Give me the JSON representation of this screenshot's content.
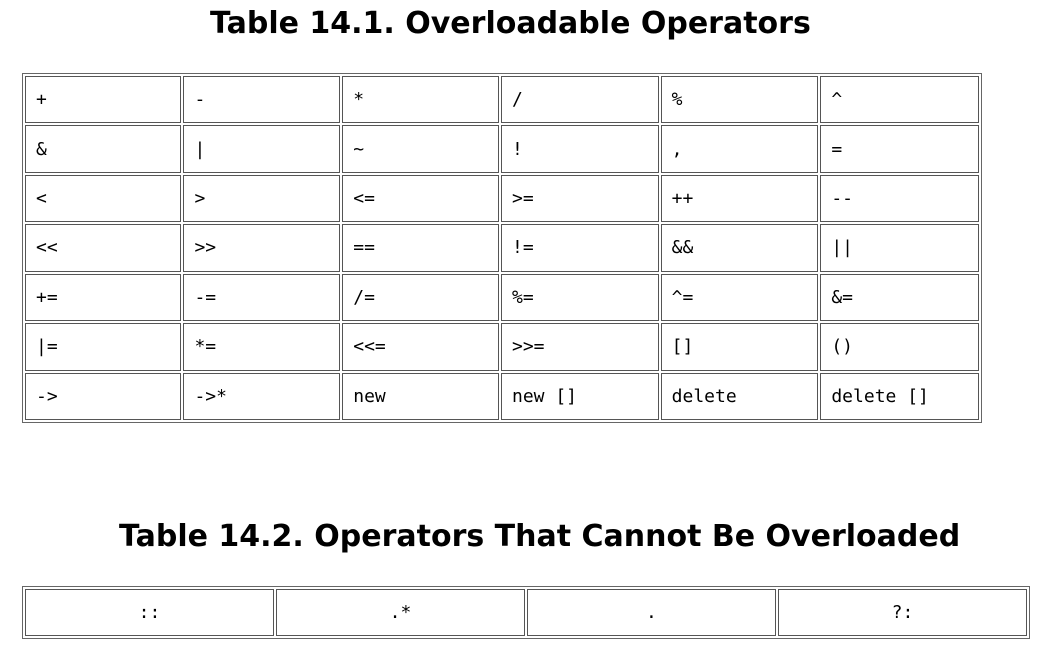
{
  "table1": {
    "title": "Table 14.1. Overloadable Operators",
    "rows": [
      [
        "+",
        "-",
        "*",
        "/",
        "%",
        "^"
      ],
      [
        "&",
        "|",
        "~",
        "!",
        ",",
        "="
      ],
      [
        "<",
        ">",
        "<=",
        ">=",
        "++",
        "--"
      ],
      [
        "<<",
        ">>",
        "==",
        "!=",
        "&&",
        "||"
      ],
      [
        "+=",
        "-=",
        "/=",
        "%=",
        "^=",
        "&="
      ],
      [
        "|=",
        "*=",
        "<<=",
        ">>=",
        "[]",
        "()"
      ],
      [
        "->",
        "->*",
        "new",
        "new []",
        "delete",
        "delete []"
      ]
    ]
  },
  "table2": {
    "title": "Table 14.2. Operators That Cannot Be Overloaded",
    "rows": [
      [
        "::",
        ".*",
        ".",
        "?:"
      ]
    ]
  }
}
